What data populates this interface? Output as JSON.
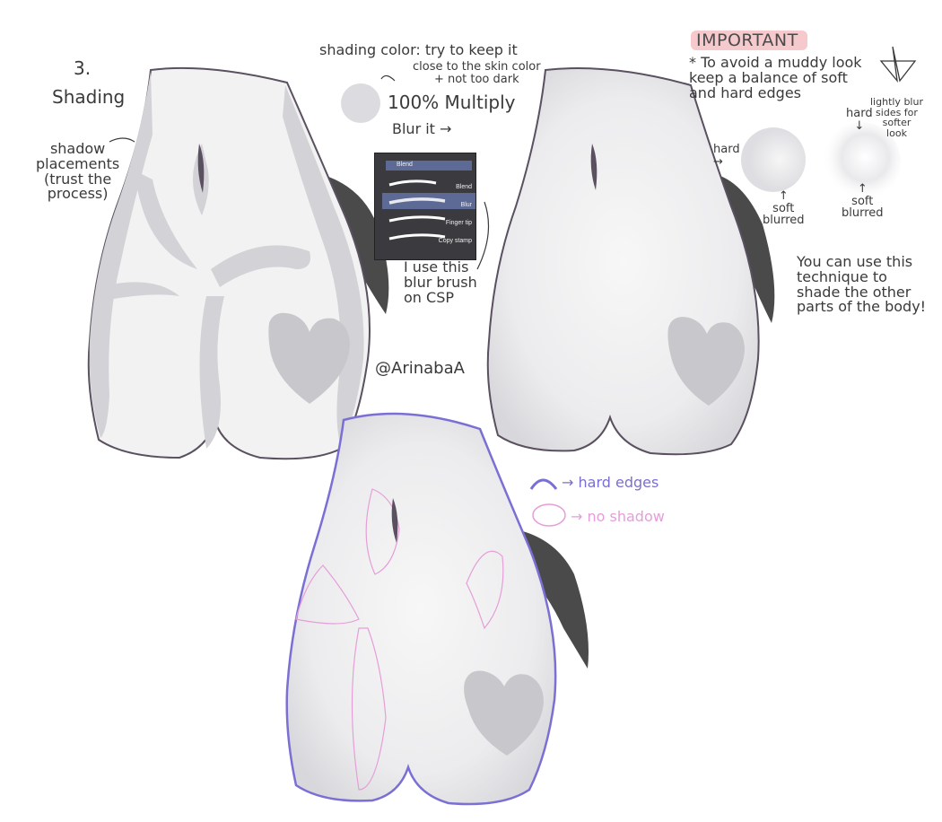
{
  "step": {
    "number": "3.",
    "title": "Shading"
  },
  "notes": {
    "shadow_placements": "shadow\nplacements\n(trust the\nprocess)",
    "shading_color": "shading color: try to keep it",
    "shading_color_2": "close to the skin color\n+ not too dark",
    "multiply": "100% Multiply",
    "blur_it": "Blur it →",
    "blur_brush": "I use this\nblur brush\non CSP",
    "signature": "@ArinabaA",
    "important": "IMPORTANT",
    "muddy": "* To avoid a muddy look\n  keep a balance of soft\n  and hard edges",
    "hard": "hard\n→",
    "soft_blurred": "↑\nsoft\nblurred",
    "hard_top": "hard\n↓",
    "lightly_blur": "lightly blur\nsides for\nsofter\nlook",
    "soft_blurred_2": "↑\nsoft\nblurred",
    "technique": "You can use this\ntechnique to\nshade the other\nparts of the body!",
    "hard_edges": "→ hard edges",
    "no_shadow": "→ no shadow"
  },
  "csp_panel": {
    "header": "Blend",
    "tools": [
      "Blend",
      "Blur",
      "Finger tip",
      "Copy stamp"
    ]
  },
  "colors": {
    "skin": "#f2f2f2",
    "shadow": "#d3d3d7",
    "hard_edge": "#7a6fd4",
    "no_shadow": "#e59ed8",
    "important_highlight": "#f6c9cc",
    "tail": "#4a4a4a"
  }
}
